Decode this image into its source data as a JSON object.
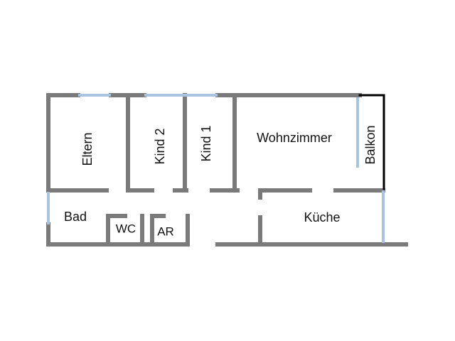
{
  "floorplan": {
    "rooms": {
      "eltern": "Eltern",
      "kind2": "Kind 2",
      "kind1": "Kind 1",
      "wohnzimmer": "Wohnzimmer",
      "balkon": "Balkon",
      "bad": "Bad",
      "wc": "WC",
      "ar": "AR",
      "kueche": "Küche"
    },
    "colors": {
      "wall": "#7a7a7a",
      "window": "#a9c4e0",
      "balcony_rail": "#000000",
      "background": "#ffffff"
    }
  }
}
